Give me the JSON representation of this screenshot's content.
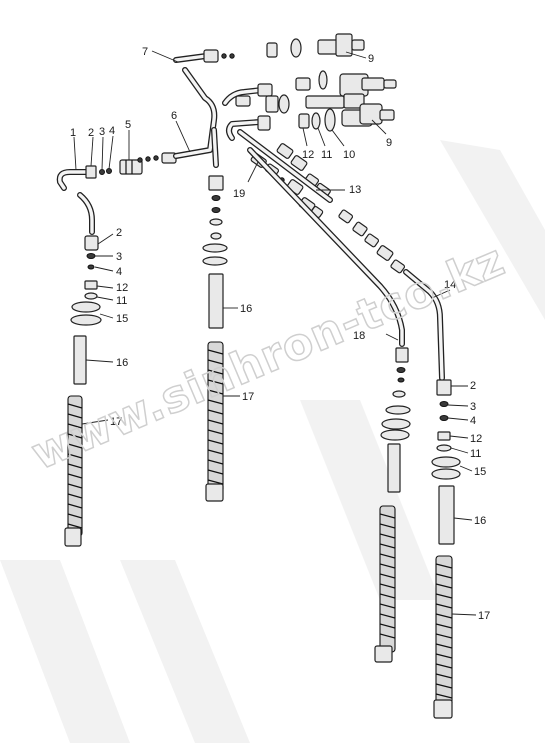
{
  "watermark": {
    "text": "www.sinhron-tco.kz"
  },
  "labels": {
    "l1": "1",
    "l2a": "2",
    "l3a": "3",
    "l4a": "4",
    "l5": "5",
    "l6": "6",
    "l7": "7",
    "l9a": "9",
    "l9b": "9",
    "l10": "10",
    "l11a": "11",
    "l12a": "12",
    "l13": "13",
    "l19": "19",
    "l14": "14",
    "l18": "18",
    "l2b": "2",
    "l3b": "3",
    "l4b": "4",
    "l12b": "12",
    "l11b": "11",
    "l15a": "15",
    "l16a": "16",
    "l17a": "17",
    "l16b": "16",
    "l17b": "17",
    "l2c": "2",
    "l3c": "3",
    "l4c": "4",
    "l12c": "12",
    "l11c": "11",
    "l15b": "15",
    "l16c": "16",
    "l17c": "17"
  }
}
